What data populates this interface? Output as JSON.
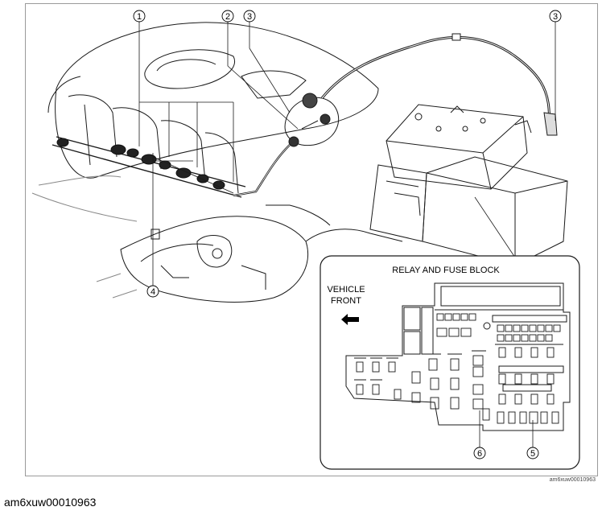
{
  "figure": {
    "code_small": "am6xuw00010963",
    "caption": "am6xuw00010963"
  },
  "callouts": {
    "c1": "1",
    "c2": "2",
    "c3a": "3",
    "c3b": "3",
    "c4": "4",
    "c5": "5",
    "c6": "6"
  },
  "inset": {
    "title": "RELAY AND FUSE BLOCK",
    "vehicle_front_line1": "VEHICLE",
    "vehicle_front_line2": "FRONT"
  },
  "colors": {
    "line": "#1a1a1a",
    "gray": "#888888",
    "border": "#9a9a9a"
  }
}
